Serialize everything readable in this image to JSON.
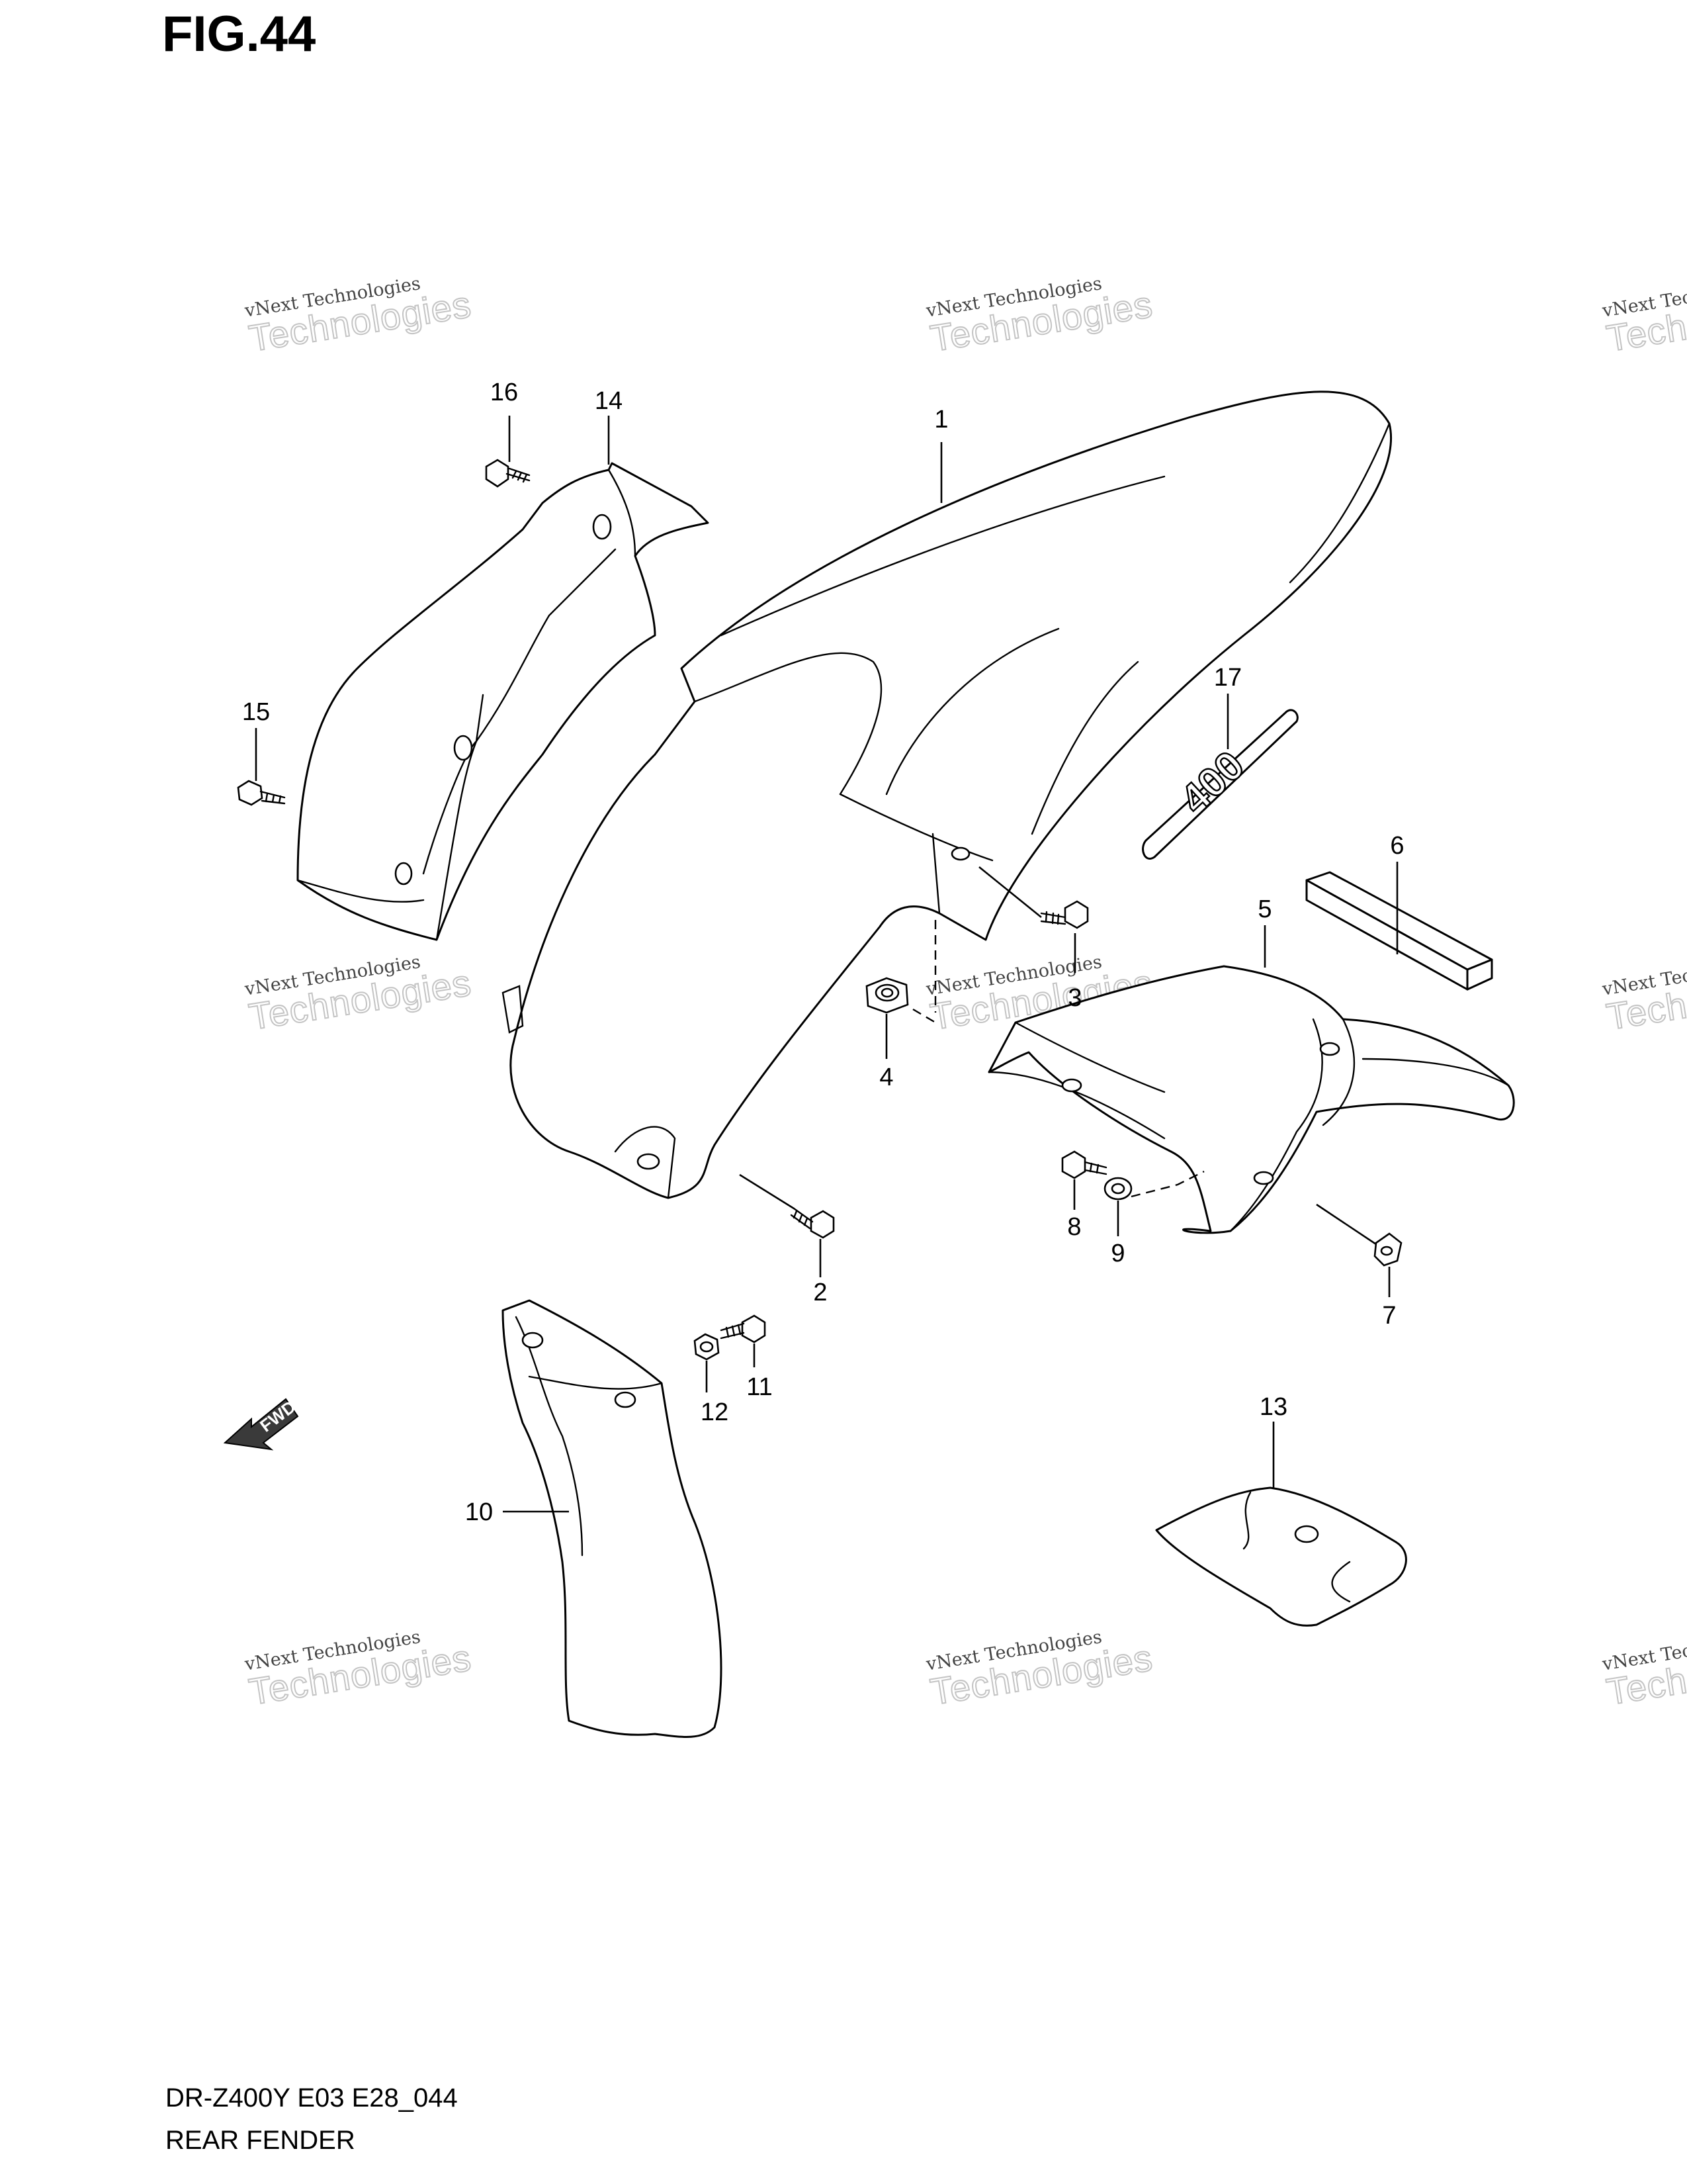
{
  "figure_label": "FIG.44",
  "model_code": "DR-Z400Y E03 E28_044",
  "section_title": "REAR FENDER",
  "direction_marker": "FWD",
  "decal_text": "400",
  "watermark": {
    "line1": "vNext Technologies",
    "line2": "Technologies"
  },
  "callouts": [
    "1",
    "2",
    "3",
    "4",
    "5",
    "6",
    "7",
    "8",
    "9",
    "10",
    "11",
    "12",
    "13",
    "14",
    "15",
    "16",
    "17"
  ]
}
